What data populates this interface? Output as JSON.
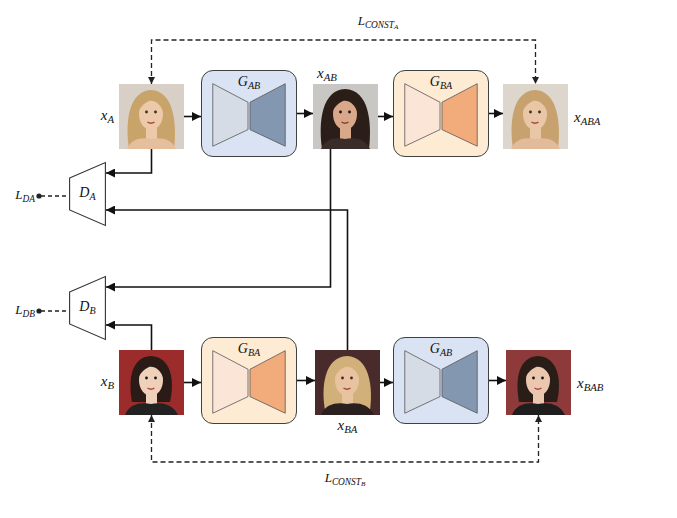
{
  "diagram": {
    "nodes": [
      {
        "text": [
          "xA"
        ]
      },
      {
        "text": [
          "GAB"
        ]
      },
      {
        "text": [
          "xAB"
        ]
      },
      {
        "text": [
          "GBA"
        ]
      },
      {
        "text": [
          "xABA"
        ]
      },
      {
        "text": [
          "DA"
        ]
      },
      {
        "text": [
          "DB"
        ]
      },
      {
        "text": [
          "xB"
        ]
      },
      {
        "text": [
          "GBA"
        ]
      },
      {
        "text": [
          "xBA"
        ]
      },
      {
        "text": [
          "GAB"
        ]
      },
      {
        "text": [
          "xBAB"
        ]
      }
    ],
    "edges": [
      {
        "from": 0,
        "to": 4,
        "label": "LCONSTA",
        "arrow": "both"
      },
      {
        "from": 0,
        "to": 1,
        "arrow": "to"
      },
      {
        "from": 1,
        "to": 2,
        "arrow": "to"
      },
      {
        "from": 2,
        "to": 3,
        "arrow": "to"
      },
      {
        "from": 3,
        "to": 4,
        "arrow": "to"
      },
      {
        "from": 0,
        "to": 5,
        "arrow": "to"
      },
      {
        "from": 9,
        "to": 5,
        "arrow": "to"
      },
      {
        "from": 2,
        "to": 6,
        "arrow": "to"
      },
      {
        "from": 7,
        "to": 6,
        "arrow": "to"
      },
      {
        "from": 7,
        "to": 8,
        "arrow": "to"
      },
      {
        "from": 8,
        "to": 9,
        "arrow": "to"
      },
      {
        "from": 9,
        "to": 10,
        "arrow": "to"
      },
      {
        "from": 10,
        "to": 11,
        "arrow": "to"
      },
      {
        "from": 7,
        "to": 11,
        "label": "LCONSTB",
        "arrow": "both"
      }
    ],
    "labels": [
      "LDA",
      "LDB"
    ]
  }
}
